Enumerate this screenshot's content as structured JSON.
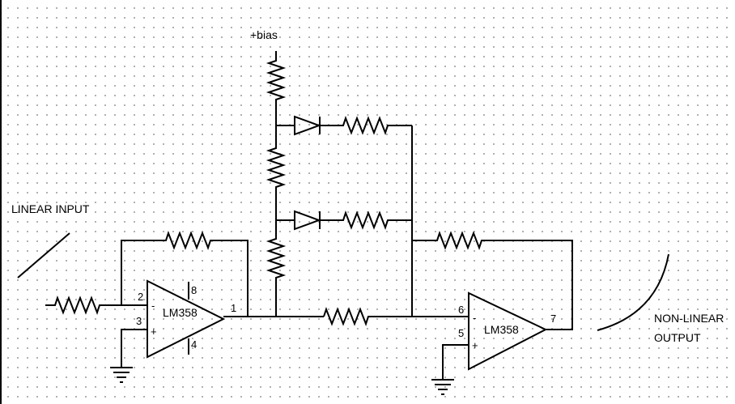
{
  "labels": {
    "bias": "+bias",
    "linear_input": "LINEAR INPUT",
    "nonlinear_line1": "NON-LINEAR",
    "nonlinear_line2": "OUTPUT"
  },
  "opamp1": {
    "name": "LM358",
    "pin_inv": "2",
    "pin_noninv": "3",
    "pin_out": "1",
    "pin_vcc": "8",
    "pin_gnd": "4",
    "minus": "-",
    "plus": "+"
  },
  "opamp2": {
    "name": "LM358",
    "pin_inv": "6",
    "pin_noninv": "5",
    "pin_out": "7",
    "minus": "-",
    "plus": "+"
  }
}
